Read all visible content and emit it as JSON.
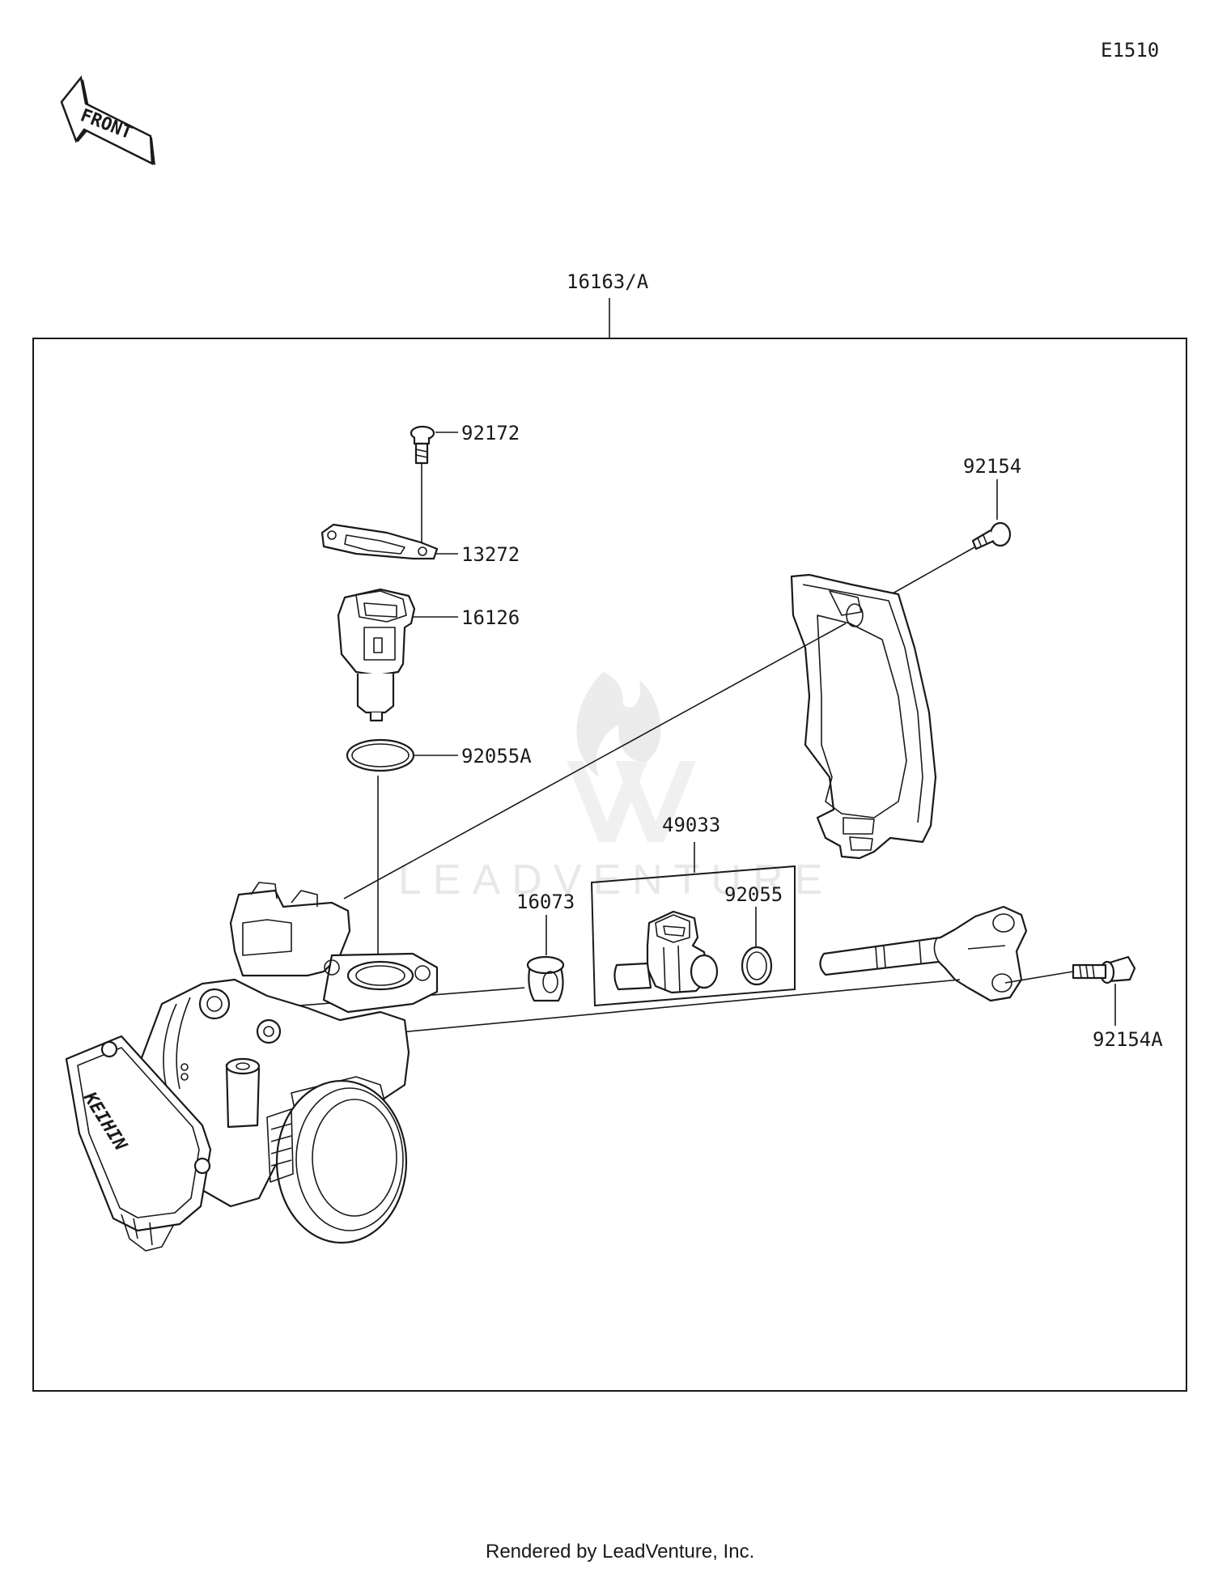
{
  "diagram_code": "E1510",
  "front_label": "FRONT",
  "assembly": {
    "part_number": "16163/A"
  },
  "parts": {
    "p92172": "92172",
    "p13272": "13272",
    "p16126": "16126",
    "p92055A": "92055A",
    "p92154": "92154",
    "p49033": "49033",
    "p16073": "16073",
    "p92055": "92055",
    "p92154A": "92154A"
  },
  "watermark": "LEADVENTURE",
  "throttle_body_logo": "KEIHIN",
  "footer": "Rendered by LeadVenture, Inc."
}
